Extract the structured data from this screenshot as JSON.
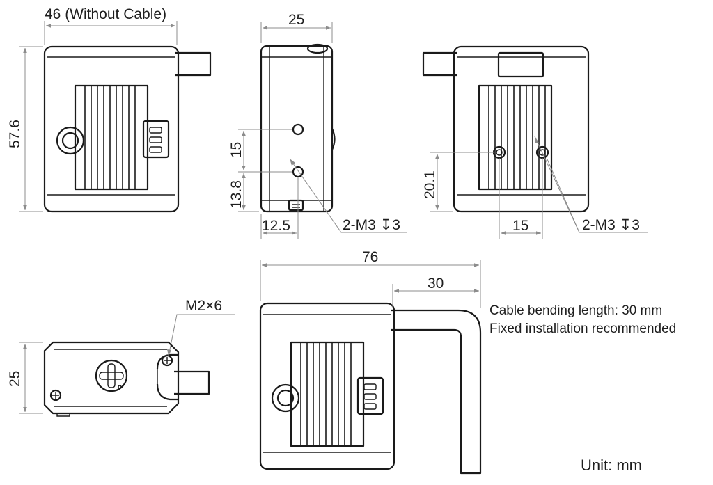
{
  "dimensions": {
    "width_without_cable": "46 (Without Cable)",
    "height": "57.6",
    "side_width": "25",
    "hole_spacing_vertical": "15",
    "hole_offset_bottom": "13.8",
    "hole_offset_side": "12.5",
    "side_holes": "2-M3 ↧3",
    "back_hole_height": "20.1",
    "back_hole_spacing": "15",
    "back_holes": "2-M3 ↧3",
    "bottom_screws": "M2×6",
    "bottom_width": "25",
    "total_length": "76",
    "cable_offset": "30"
  },
  "notes": {
    "cable_bending": "Cable bending length: 30 mm",
    "installation": "Fixed installation recommended"
  },
  "unit": "Unit: mm"
}
